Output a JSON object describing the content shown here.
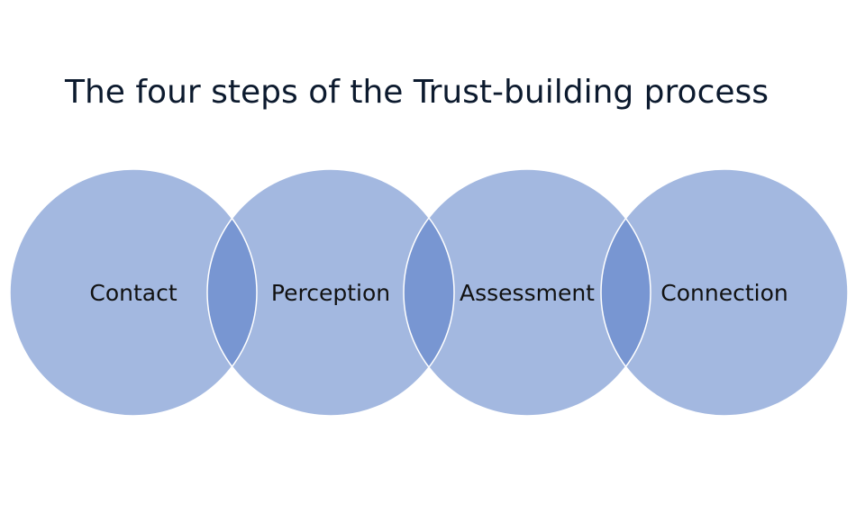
{
  "title": "The four steps of the Trust-building process",
  "colors": {
    "circle_fill": "#a3b8e0",
    "overlap_fill": "#7896d2",
    "circle_stroke": "#ffffff",
    "text": "#111111"
  },
  "steps": [
    {
      "label": "Contact"
    },
    {
      "label": "Perception"
    },
    {
      "label": "Assessment"
    },
    {
      "label": "Connection"
    }
  ]
}
